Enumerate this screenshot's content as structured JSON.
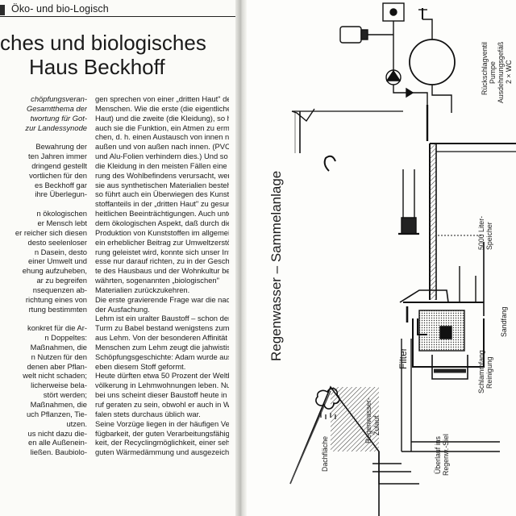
{
  "header": {
    "section_label": "Öko- und bio-Logisch"
  },
  "title": {
    "line1": "ches und biologisches",
    "line2": "Haus Beckhoff"
  },
  "col1_lines": [
    {
      "t": "chöpfungsveran-",
      "it": true
    },
    {
      "t": "Gesamtthema der",
      "it": true
    },
    {
      "t": "twortung für Got-",
      "it": true
    },
    {
      "t": "zur Landessynode",
      "it": true
    },
    {
      "t": "",
      "it": false
    },
    {
      "t": "Bewahrung der",
      "it": false
    },
    {
      "t": "ten Jahren immer",
      "it": false
    },
    {
      "t": "dringend gestellt",
      "it": false
    },
    {
      "t": "vortlichen für den",
      "it": false
    },
    {
      "t": "es Beckhoff gar",
      "it": false
    },
    {
      "t": "ihre Überlegun-",
      "it": false
    },
    {
      "t": "",
      "it": false
    },
    {
      "t": "n ökologischen",
      "it": false
    },
    {
      "t": "er Mensch lebt",
      "it": false
    },
    {
      "t": "er reicher sich diesen",
      "it": false
    },
    {
      "t": "desto seelenloser",
      "it": false
    },
    {
      "t": "n Dasein, desto",
      "it": false
    },
    {
      "t": "einer Umwelt und",
      "it": false
    },
    {
      "t": "ehung aufzuheben,",
      "it": false
    },
    {
      "t": "ar zu begreifen",
      "it": false
    },
    {
      "t": "nsequenzen ab-",
      "it": false
    },
    {
      "t": "richtung eines von",
      "it": false
    },
    {
      "t": "rtung bestimmten",
      "it": false
    },
    {
      "t": "",
      "it": false
    },
    {
      "t": "konkret für die Ar-",
      "it": false
    },
    {
      "t": "n Doppeltes:",
      "it": false
    },
    {
      "t": "Maßnahmen, die",
      "it": false
    },
    {
      "t": "n Nutzen für den",
      "it": false
    },
    {
      "t": "denen aber Pflan-",
      "it": false
    },
    {
      "t": "welt nicht schaden;",
      "it": false
    },
    {
      "t": "licherweise bela-",
      "it": false
    },
    {
      "t": "stört werden;",
      "it": false
    },
    {
      "t": "Maßnahmen, die",
      "it": false
    },
    {
      "t": "uch Pflanzen, Tie-",
      "it": false
    },
    {
      "t": "utzen.",
      "it": false
    },
    {
      "t": "us nicht dazu die-",
      "it": false
    },
    {
      "t": "en alle Außenein-",
      "it": false
    },
    {
      "t": "ließen. Baubiolo-",
      "it": false
    }
  ],
  "col2_lines": [
    "gen sprechen von einer „dritten Haut\" des",
    "Menschen. Wie die erste (die eigentliche",
    "Haut) und die zweite (die Kleidung), so hat",
    "auch sie die Funktion, ein Atmen zu ermögli-",
    "chen, d. h. einen Austausch von innen nach",
    "außen und von außen nach innen. (PVC-",
    "und Alu-Folien verhindern dies.) Und so wie",
    "die Kleidung in den meisten Fällen eine Stö-",
    "rung des Wohlbefindens verursacht, wenn",
    "sie aus synthetischen Materialien besteht,",
    "so führt auch ein Überwiegen des Kunst-",
    "stoffanteils in der „dritten Haut\" zu gesund-",
    "heitlichen Beeinträchtigungen. Auch unter",
    "dem ökologischen Aspekt, daß durch die",
    "Produktion von Kunststoffen im allgemeinen",
    "ein erheblicher Beitrag zur Umweltzerstö-",
    "rung geleistet wird, konnte sich unser Inter-",
    "esse nur darauf richten, zu in der Geschich-",
    "te des Hausbaus und der Wohnkultur be-",
    "währten, sogenannten „biologischen\"",
    "Materialien zurückzukehren.",
    "Die erste gravierende Frage war die nach",
    "der Ausfachung.",
    "Lehm ist ein uralter Baustoff – schon der",
    "Turm zu Babel bestand wenigstens zum Teil",
    "aus Lehm. Von der besonderen Affinität des",
    "Menschen zum Lehm zeugt die jahwistische",
    "Schöpfungsgeschichte: Adam wurde aus",
    "eben diesem Stoff geformt.",
    "Heute dürften etwa 50 Prozent der Weltbe-",
    "völkerung in Lehmwohnungen leben. Nur",
    "bei uns scheint dieser Baustoff heute in Ver-",
    "ruf geraten zu sein, obwohl er auch in West-",
    "falen stets durchaus üblich war.",
    "Seine Vorzüge liegen in der häufigen Ver-",
    "fügbarkeit, der guten Verarbeitungsfähig-",
    "keit, der Recyclingmöglichkeit, einer sehr",
    "guten Wärmedämmung und ausgezeich-"
  ],
  "diagram": {
    "title": "Regenwasser – Sammelanlage",
    "labels": {
      "rueckschlagventil": "Rückschlagventil",
      "pumpe": "Pumpe",
      "ausdehnungsgefaess": "Ausdehnungsgefäß",
      "wc": "2 × WC",
      "speicher_1": "5000 Liter-",
      "speicher_2": "Speicher",
      "sandfang": "Sandfang",
      "schlammfang_1": "Schlammfang",
      "schlammfang_2": "Reinigung",
      "ueberlauf_1": "Überlauf ins",
      "ueberlauf_2": "Regenw.-Siel",
      "filter": "Filter",
      "zulauf_1": "Regenwasser-",
      "zulauf_2": "Zulauf",
      "dachflaeche": "Dachfläche"
    }
  }
}
